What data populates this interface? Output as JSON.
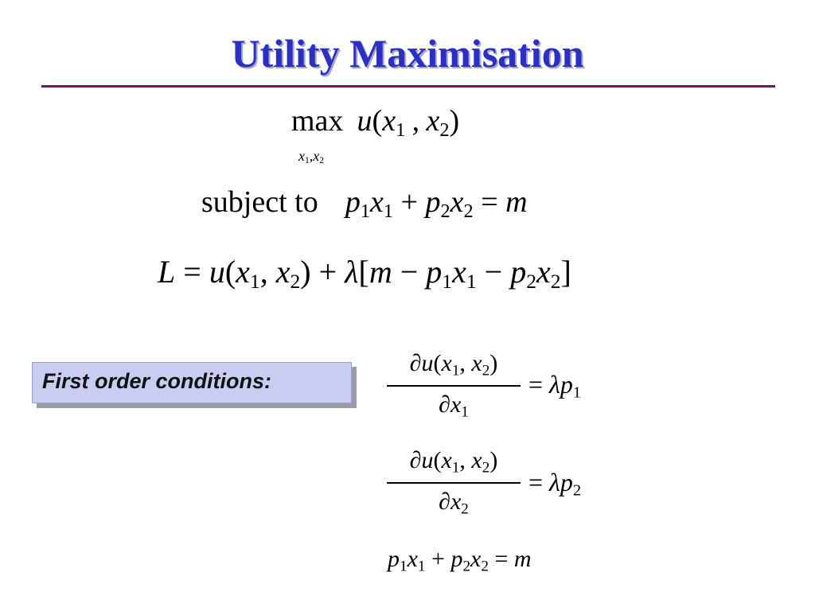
{
  "slide": {
    "title": "Utility Maximisation",
    "subject_to": "subject to",
    "foc_label": "First order conditions:"
  }
}
